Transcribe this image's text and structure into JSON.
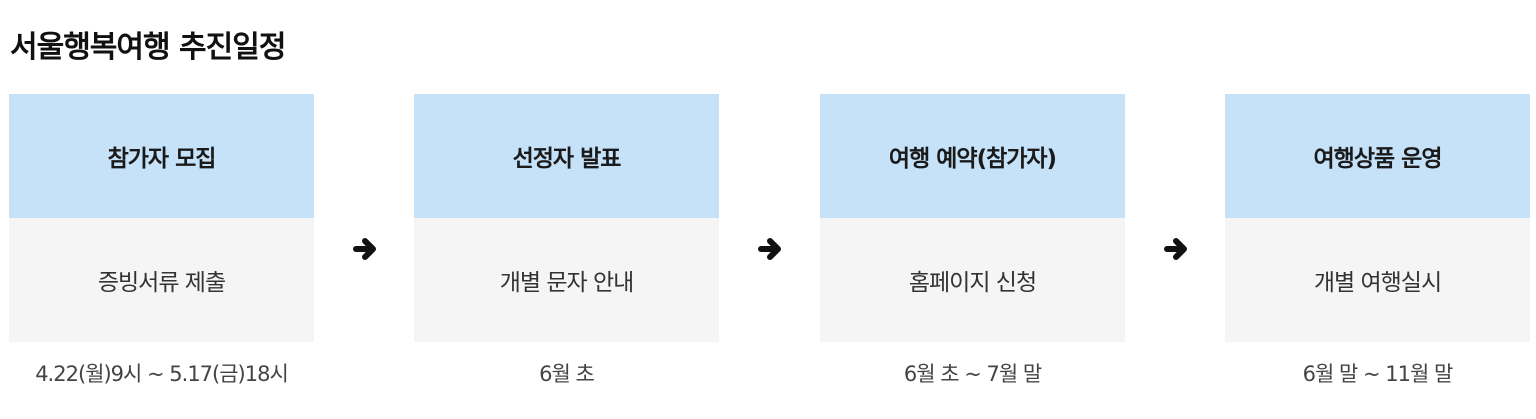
{
  "title": "서울행복여행 추진일정",
  "steps": [
    {
      "heading": "참가자 모집",
      "detail": "증빙서류 제출",
      "period": "4.22(월)9시 ~ 5.17(금)18시"
    },
    {
      "heading": "선정자 발표",
      "detail": "개별 문자 안내",
      "period": "6월 초"
    },
    {
      "heading": "여행 예약(참가자)",
      "detail": "홈페이지 신청",
      "period": "6월 초 ~ 7월 말"
    },
    {
      "heading": "여행상품 운영",
      "detail": "개별 여행실시",
      "period": "6월 말 ~ 11월 말"
    }
  ],
  "icons": {
    "arrow": "arrow-right-icon"
  },
  "colors": {
    "heading_bg": "#c6e2f9",
    "detail_bg": "#f5f5f5",
    "text": "#1a1a1a"
  }
}
